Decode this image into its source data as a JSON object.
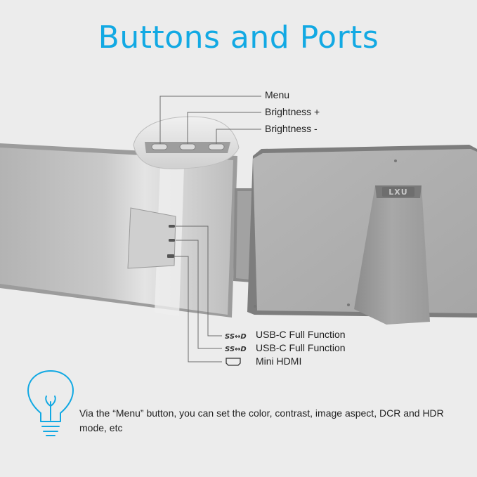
{
  "title": "Buttons and Ports",
  "brand_logo_text": "LXU",
  "buttons": [
    {
      "label": "Menu"
    },
    {
      "label": "Brightness +"
    },
    {
      "label": "Brightness -"
    }
  ],
  "ports": [
    {
      "icon": "superspeed-usb-c-icon",
      "icon_text": "SS↔D",
      "label": "USB-C Full Function"
    },
    {
      "icon": "superspeed-usb-c-icon",
      "icon_text": "SS↔D",
      "label": "USB-C Full Function"
    },
    {
      "icon": "mini-hdmi-icon",
      "icon_text": "",
      "label": "Mini HDMI"
    }
  ],
  "tip": {
    "icon": "lightbulb-icon",
    "text": "Via the “Menu” button, you can set the color, contrast, image aspect, DCR and HDR mode, etc"
  },
  "colors": {
    "accent": "#12a9e3",
    "background": "#ececec",
    "text": "#1f1f1f"
  }
}
